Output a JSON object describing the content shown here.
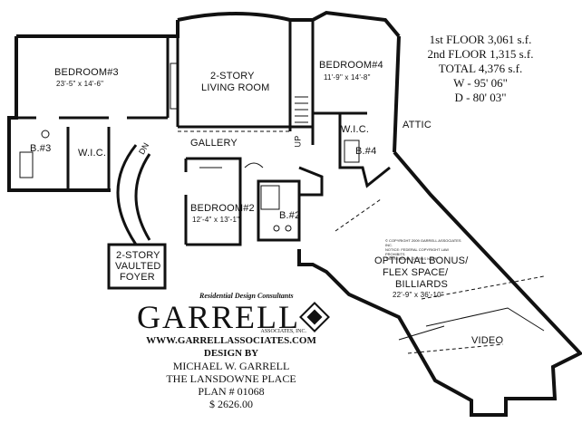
{
  "rooms": {
    "bedroom3": {
      "name": "BEDROOM#3",
      "dims": "23'-5\" x 14'-6\""
    },
    "living": {
      "line1": "2-STORY",
      "line2": "LIVING ROOM"
    },
    "bedroom4": {
      "name": "BEDROOM#4",
      "dims": "11'-9\" x 14'-8\""
    },
    "bath3": "B.#3",
    "wic_left": "W.I.C.",
    "wic_right": "W.I.C.",
    "bath4": "B.#4",
    "attic": "ATTIC",
    "gallery": "GALLERY",
    "bedroom2": {
      "name": "BEDROOM#2",
      "dims": "12'-4\" x 13'-1\""
    },
    "bath2": "B.#2",
    "foyer": {
      "line1": "2-STORY",
      "line2": "VAULTED",
      "line3": "FOYER"
    },
    "bonus": {
      "line1": "OPTIONAL BONUS/",
      "line2": "FLEX SPACE/",
      "line3": "BILLIARDS",
      "dims": "22'-9\" x 36'-10\""
    },
    "video": "VIDEO",
    "stair_down": "DN",
    "stair_up": "UP"
  },
  "summary": {
    "floor1": "1st FLOOR  3,061 s.f.",
    "floor2": "2nd FLOOR  1,315 s.f.",
    "total": "TOTAL  4,376 s.f.",
    "width": "W - 95' 06\"",
    "depth": "D - 80' 03\""
  },
  "stamp": {
    "line1": "© COPYRIGHT 2009 GARRELL ASSOCIATES INC.",
    "line2": "NOTICE: FEDERAL COPYRIGHT LAW PROHIBITS",
    "line3": "THE REMOVAL OF THIS NOTE"
  },
  "titleblock": {
    "tagline": "Residential Design Consultants",
    "brand": "GARRELL",
    "associates": "ASSOCIATES, INC.",
    "url": "WWW.GARRELLASSOCIATES.COM",
    "design_by": "DESIGN BY",
    "designer": "MICHAEL W. GARRELL",
    "plan_name": "THE LANSDOWNE PLACE",
    "plan_number": "PLAN # 01068",
    "price": "$ 2626.00"
  }
}
